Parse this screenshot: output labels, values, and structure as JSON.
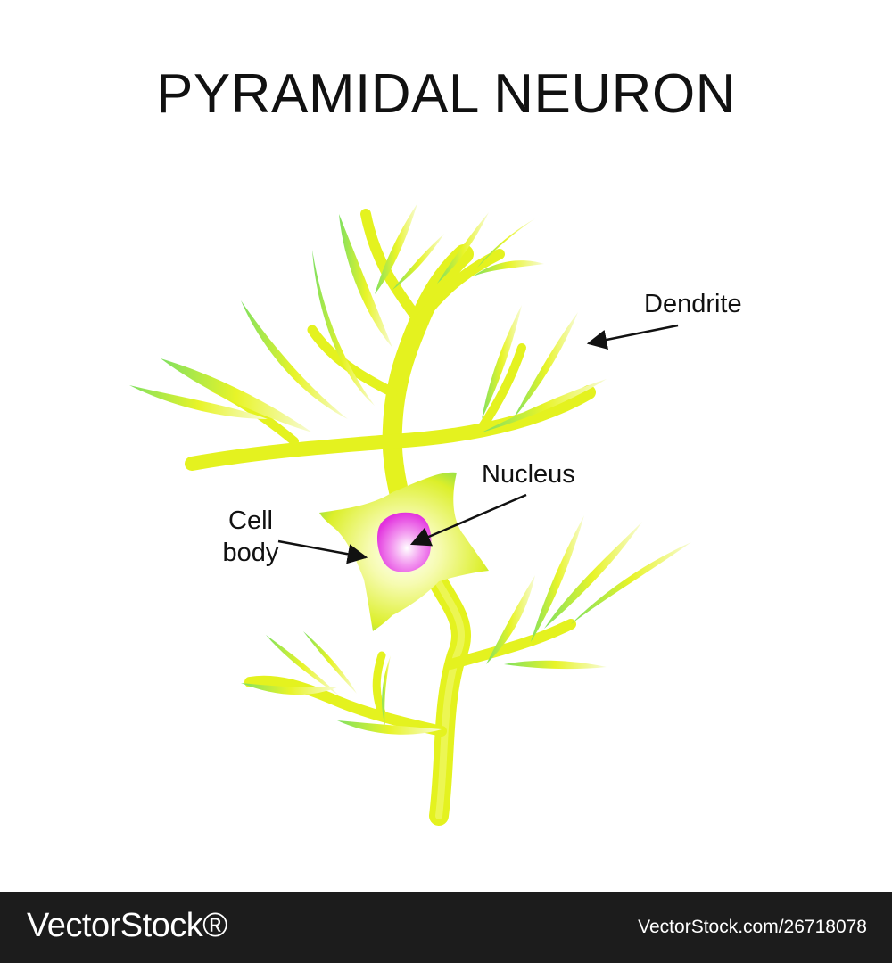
{
  "title": "PYRAMIDAL NEURON",
  "labels": {
    "dendrite": "Dendrite",
    "nucleus": "Nucleus",
    "cell_body_line1": "Cell",
    "cell_body_line2": "body"
  },
  "footer": {
    "brand": "VectorStock®",
    "image_ref": "VectorStock.com/26718078"
  },
  "colors": {
    "neuron_yellow": "#e6f21e",
    "neuron_green": "#86e055",
    "nucleus_pink": "#e23ce0",
    "footer_bg": "#1c1c1c"
  }
}
